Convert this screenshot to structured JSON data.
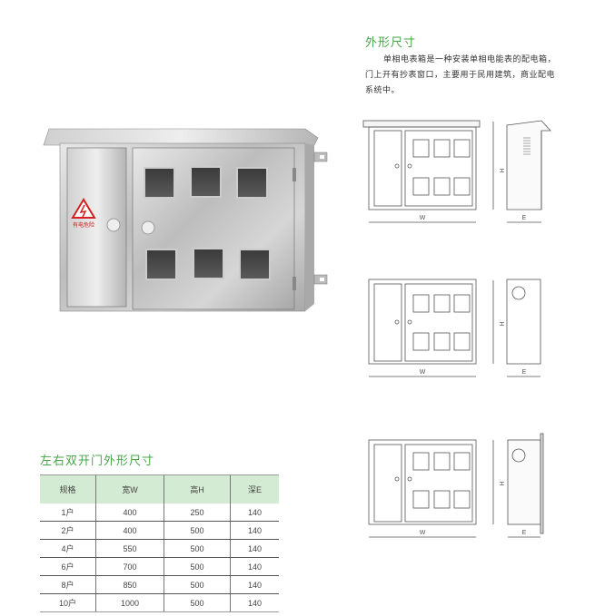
{
  "section_dimensions": {
    "title": "外形尺寸",
    "description": "单相电表箱是一种安装单相电能表的配电箱，门上开有抄表窗口，主要用于民用建筑，商业配电系统中。"
  },
  "product_photo": {
    "warning_label": "有电危险",
    "meter_windows": 6,
    "icon": "high-voltage-warning-icon"
  },
  "drawings": {
    "labels": {
      "width": "W",
      "height": "H",
      "depth": "E"
    },
    "views": [
      {
        "name": "rain-hood-type"
      },
      {
        "name": "standard-type"
      },
      {
        "name": "flush-mount-type"
      }
    ]
  },
  "table_section": {
    "title": "左右双开门外形尺寸",
    "headers": [
      "规格",
      "宽W",
      "高H",
      "深E"
    ],
    "rows": [
      [
        "1户",
        "400",
        "250",
        "140"
      ],
      [
        "2户",
        "400",
        "500",
        "140"
      ],
      [
        "4户",
        "550",
        "500",
        "140"
      ],
      [
        "6户",
        "700",
        "500",
        "140"
      ],
      [
        "8户",
        "850",
        "500",
        "140"
      ],
      [
        "10户",
        "1000",
        "500",
        "140"
      ]
    ]
  },
  "colors": {
    "accent_green": "#4aa64a",
    "header_bg": "#d4ebd3",
    "warning_red": "#d42020"
  }
}
